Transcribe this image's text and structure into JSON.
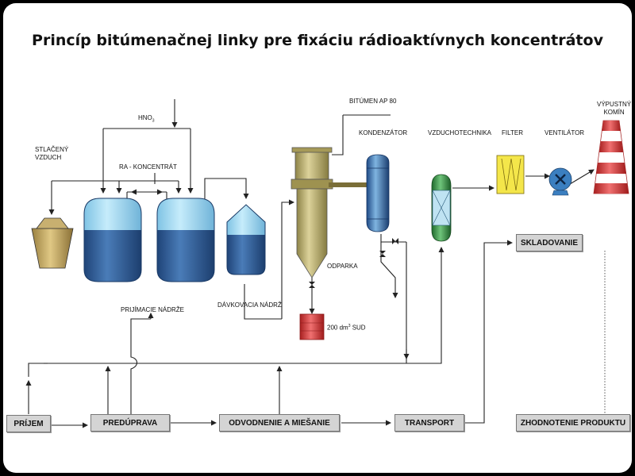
{
  "title": "Princíp bitúmenačnej linky pre fixáciu rádioaktívnych koncentrátov",
  "labels": {
    "hno3": "HNO",
    "hno3_sub": "3",
    "compressed_air": "STLAČENÝ\nVZDUCH",
    "ra_concentrate": "RA - KONCENTRÁT",
    "bitumen": "BITÚMEN AP 80",
    "condenser": "KONDENZÁTOR",
    "air_handling": "VZDUCHOTECHNIKA",
    "filter": "FILTER",
    "fan": "VENTILÁTOR",
    "chimney": "VÝPUSTNÝ\nKOMÍN",
    "receiving_tanks": "PRIJÍMACIE NÁDRŽE",
    "dosing_tank": "DÁVKOVACIA NÁDRŽ",
    "evaporator": "ODPARKA",
    "drum": "200 dm",
    "drum_sup": "3",
    "drum_suffix": " SUD"
  },
  "process": {
    "receiving": "PRÍJEM",
    "pretreatment": "PREDÚPRAVA",
    "dewatering_mixing": "ODVODNENIE A MIEŠANIE",
    "transport": "TRANSPORT",
    "storage": "SKLADOVANIE",
    "product_evaluation": "ZHODNOTENIE PRODUKTU"
  },
  "colors": {
    "tank_light": "#a8dcf2",
    "tank_dark": "#2c5c98",
    "evaporator": "#b8ac68",
    "drum": "#d93d3d",
    "chimney_red": "#e03a2e",
    "filter": "#f4e64a",
    "scrubber_green": "#2f8a3c",
    "line": "#222222"
  }
}
